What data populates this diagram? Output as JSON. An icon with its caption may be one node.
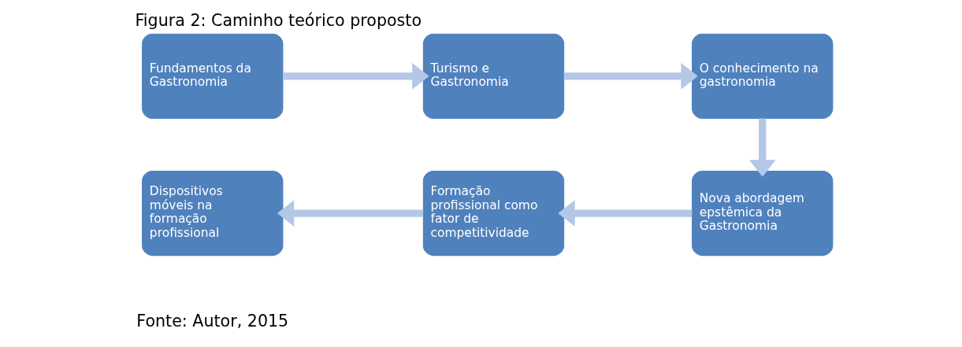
{
  "diagram": {
    "title": "Figura 2: Caminho teórico proposto",
    "caption": "Fonte: Autor, 2015",
    "nodes": [
      {
        "text": [
          "Fundamentos da Gastronomia"
        ]
      },
      {
        "text": [
          "Turismo e Gastronomia"
        ]
      },
      {
        "text": [
          "O conhecimento na gastronomia"
        ]
      },
      {
        "text": [
          "Dispositivos móveis na formação profissional"
        ]
      },
      {
        "text": [
          "Formação profissional como fator de competitividade"
        ]
      },
      {
        "text": [
          "Nova abordagem epstêmica da Gastronomia"
        ]
      }
    ],
    "edges": [
      {
        "from": 0,
        "to": 1,
        "arrow": "to"
      },
      {
        "from": 1,
        "to": 2,
        "arrow": "to"
      },
      {
        "from": 2,
        "to": 5,
        "arrow": "to"
      },
      {
        "from": 5,
        "to": 4,
        "arrow": "to"
      },
      {
        "from": 4,
        "to": 3,
        "arrow": "to"
      }
    ]
  }
}
